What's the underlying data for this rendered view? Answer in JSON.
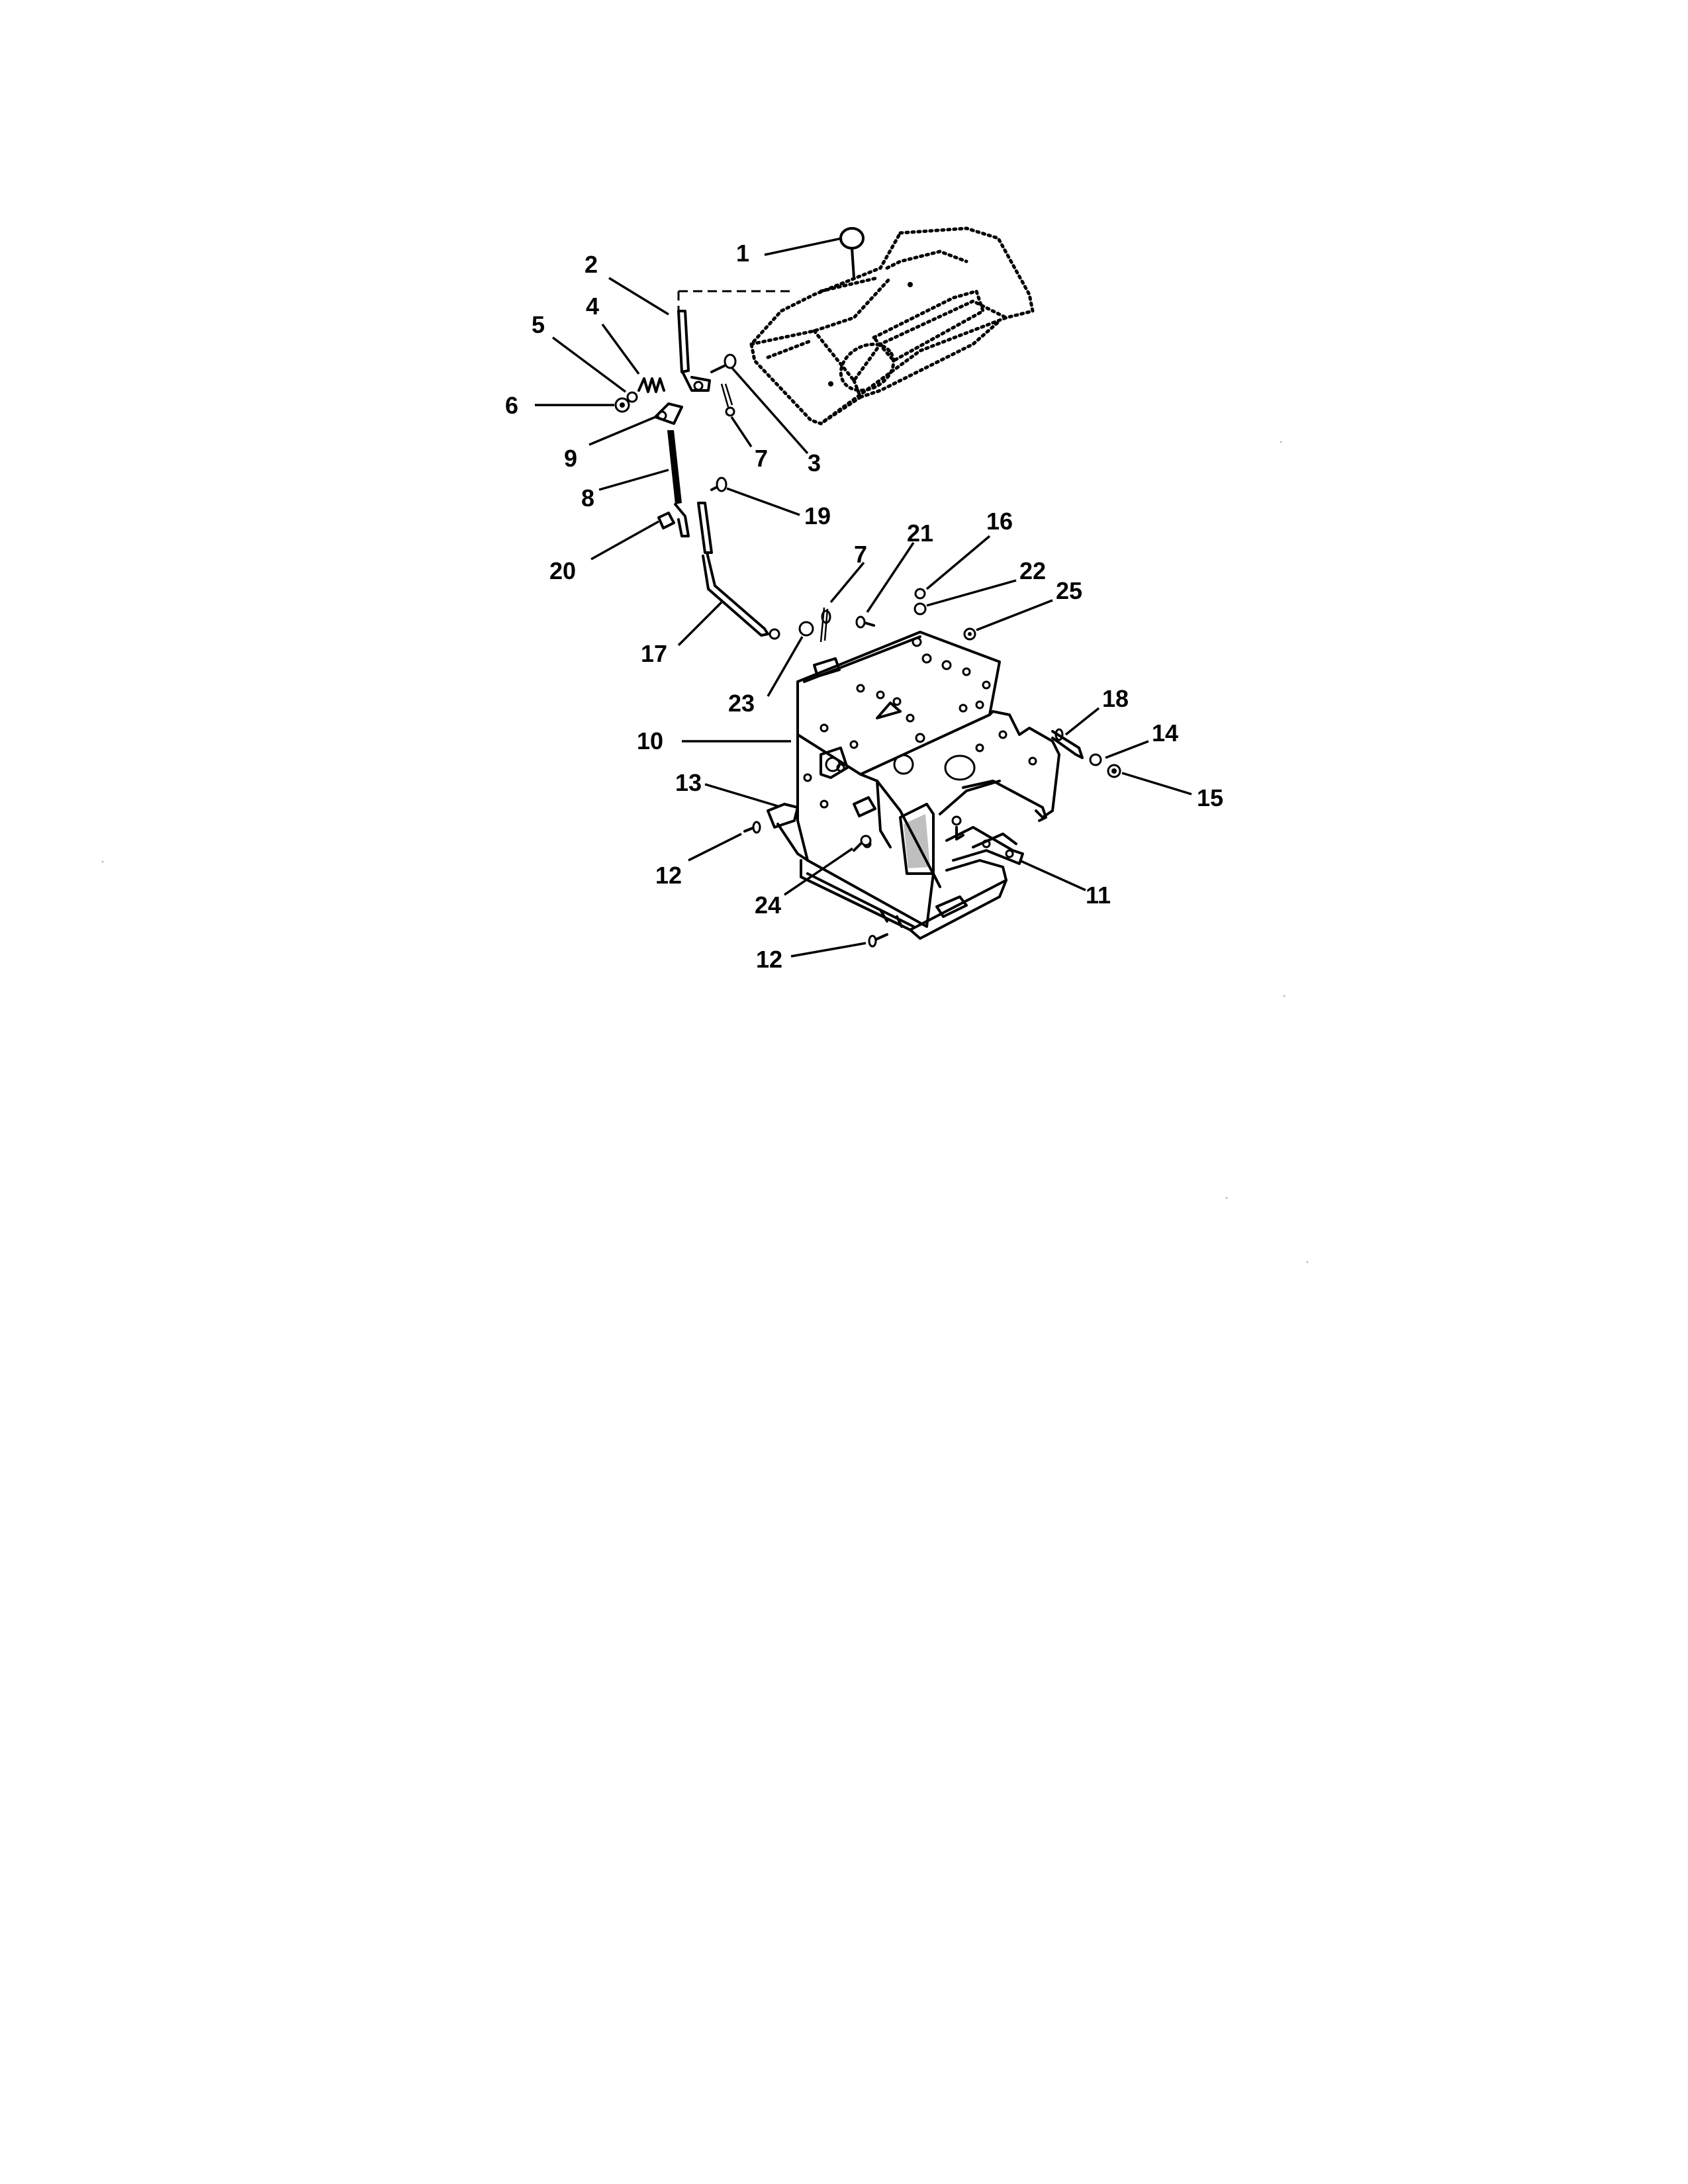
{
  "diagram": {
    "callouts": [
      {
        "id": "c1",
        "text": "1"
      },
      {
        "id": "c2",
        "text": "2"
      },
      {
        "id": "c3",
        "text": "3"
      },
      {
        "id": "c4",
        "text": "4"
      },
      {
        "id": "c5",
        "text": "5"
      },
      {
        "id": "c6",
        "text": "6"
      },
      {
        "id": "c7a",
        "text": "7"
      },
      {
        "id": "c7b",
        "text": "7"
      },
      {
        "id": "c8",
        "text": "8"
      },
      {
        "id": "c9",
        "text": "9"
      },
      {
        "id": "c10",
        "text": "10"
      },
      {
        "id": "c11",
        "text": "11"
      },
      {
        "id": "c12a",
        "text": "12"
      },
      {
        "id": "c12b",
        "text": "12"
      },
      {
        "id": "c13",
        "text": "13"
      },
      {
        "id": "c14",
        "text": "14"
      },
      {
        "id": "c15",
        "text": "15"
      },
      {
        "id": "c16",
        "text": "16"
      },
      {
        "id": "c17",
        "text": "17"
      },
      {
        "id": "c18",
        "text": "18"
      },
      {
        "id": "c19",
        "text": "19"
      },
      {
        "id": "c20",
        "text": "20"
      },
      {
        "id": "c21",
        "text": "21"
      },
      {
        "id": "c22",
        "text": "22"
      },
      {
        "id": "c23",
        "text": "23"
      },
      {
        "id": "c24",
        "text": "24"
      },
      {
        "id": "c25",
        "text": "25"
      }
    ]
  }
}
